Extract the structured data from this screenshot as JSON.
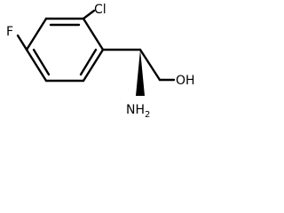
{
  "molecule": {
    "atoms": {
      "fluorine": "F",
      "chlorine": "Cl",
      "amine": "NH2",
      "hydroxyl": "OH"
    },
    "stereo_bond": "wedge",
    "colors": {
      "bond": "#000000",
      "label": "#000000",
      "background": "#ffffff"
    }
  }
}
